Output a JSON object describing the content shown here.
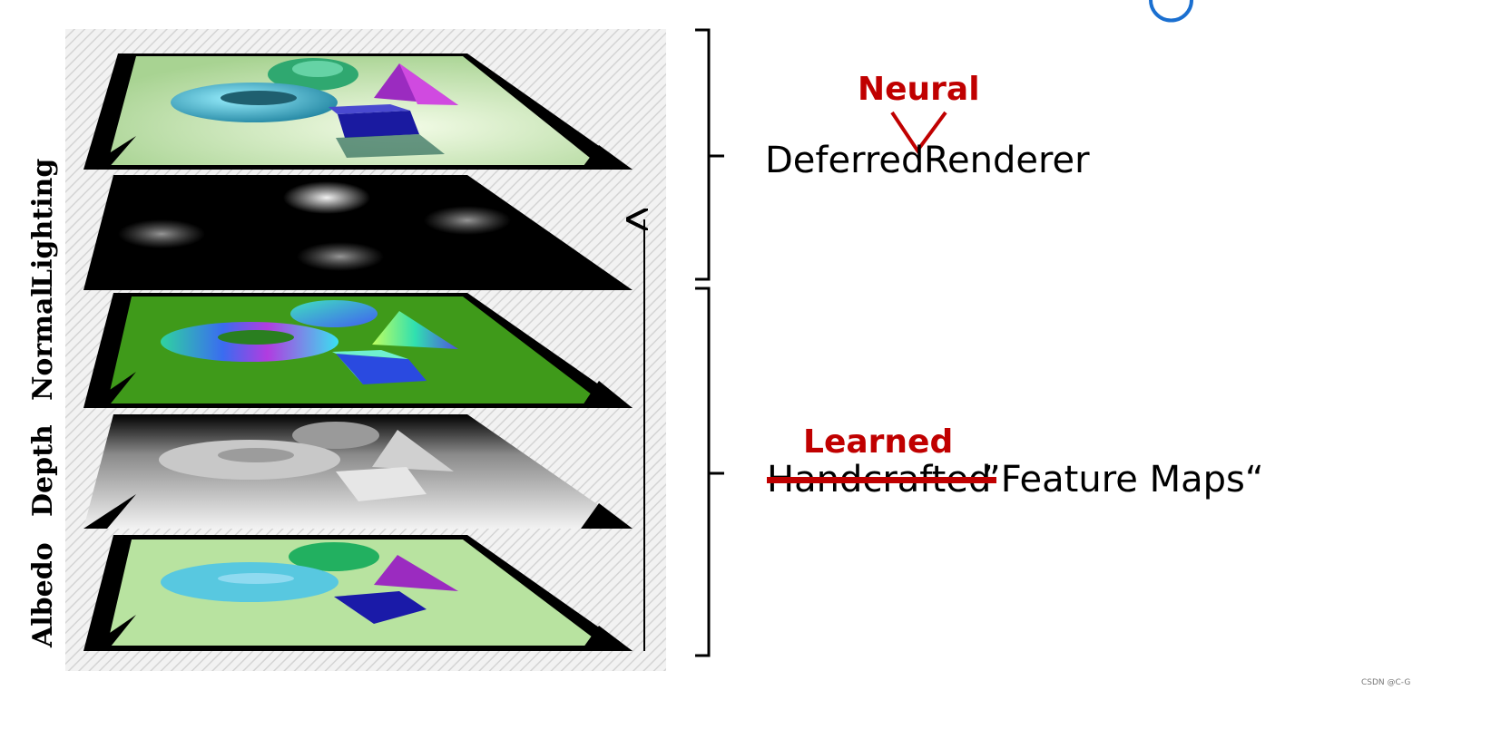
{
  "layers": [
    {
      "label": "Albedo"
    },
    {
      "label": "Depth"
    },
    {
      "label": "Normal"
    },
    {
      "label": "Lighting"
    }
  ],
  "top_group": {
    "inserted_word": "Neural",
    "text_before_caret": "Deferred",
    "text_after_caret": "Renderer"
  },
  "bottom_group": {
    "inserted_word": "Learned",
    "struck_word": "Handcrafted",
    "text": "”Feature Maps“"
  },
  "watermark": "CSDN @C-G",
  "colors": {
    "accent_red": "#c00000",
    "plane_dark": "#000000",
    "albedo_floor": "#b8e3a0",
    "normal_floor": "#3f9a1a"
  }
}
